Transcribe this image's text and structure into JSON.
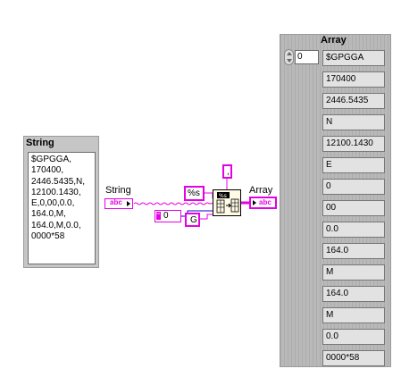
{
  "string_control": {
    "title": "String",
    "value": "$GPGGA,\n170400,\n2446.5435,N,\n12100.1430,\nE,0,00,0.0,\n164.0,M,\n164.0,M,0.0,\n0000*58"
  },
  "diagram": {
    "string_terminal_label": "String",
    "string_terminal_icon": "abc",
    "array_terminal_label": "Array",
    "array_terminal_icon": "abc",
    "format_constant": "%s",
    "delimiter_constant": ",",
    "number_constant": "0",
    "number_constant_type": "I32",
    "g_constant": "G",
    "function_icon": "spreadsheet-string-to-array-icon",
    "wire_color": "#e600e6"
  },
  "array_indicator": {
    "title": "Array",
    "index": "0",
    "elements": [
      "$GPGGA",
      "170400",
      "2446.5435",
      "N",
      "12100.1430",
      "E",
      "0",
      "00",
      "0.0",
      "164.0",
      "M",
      "164.0",
      "M",
      "0.0",
      "0000*58"
    ]
  }
}
